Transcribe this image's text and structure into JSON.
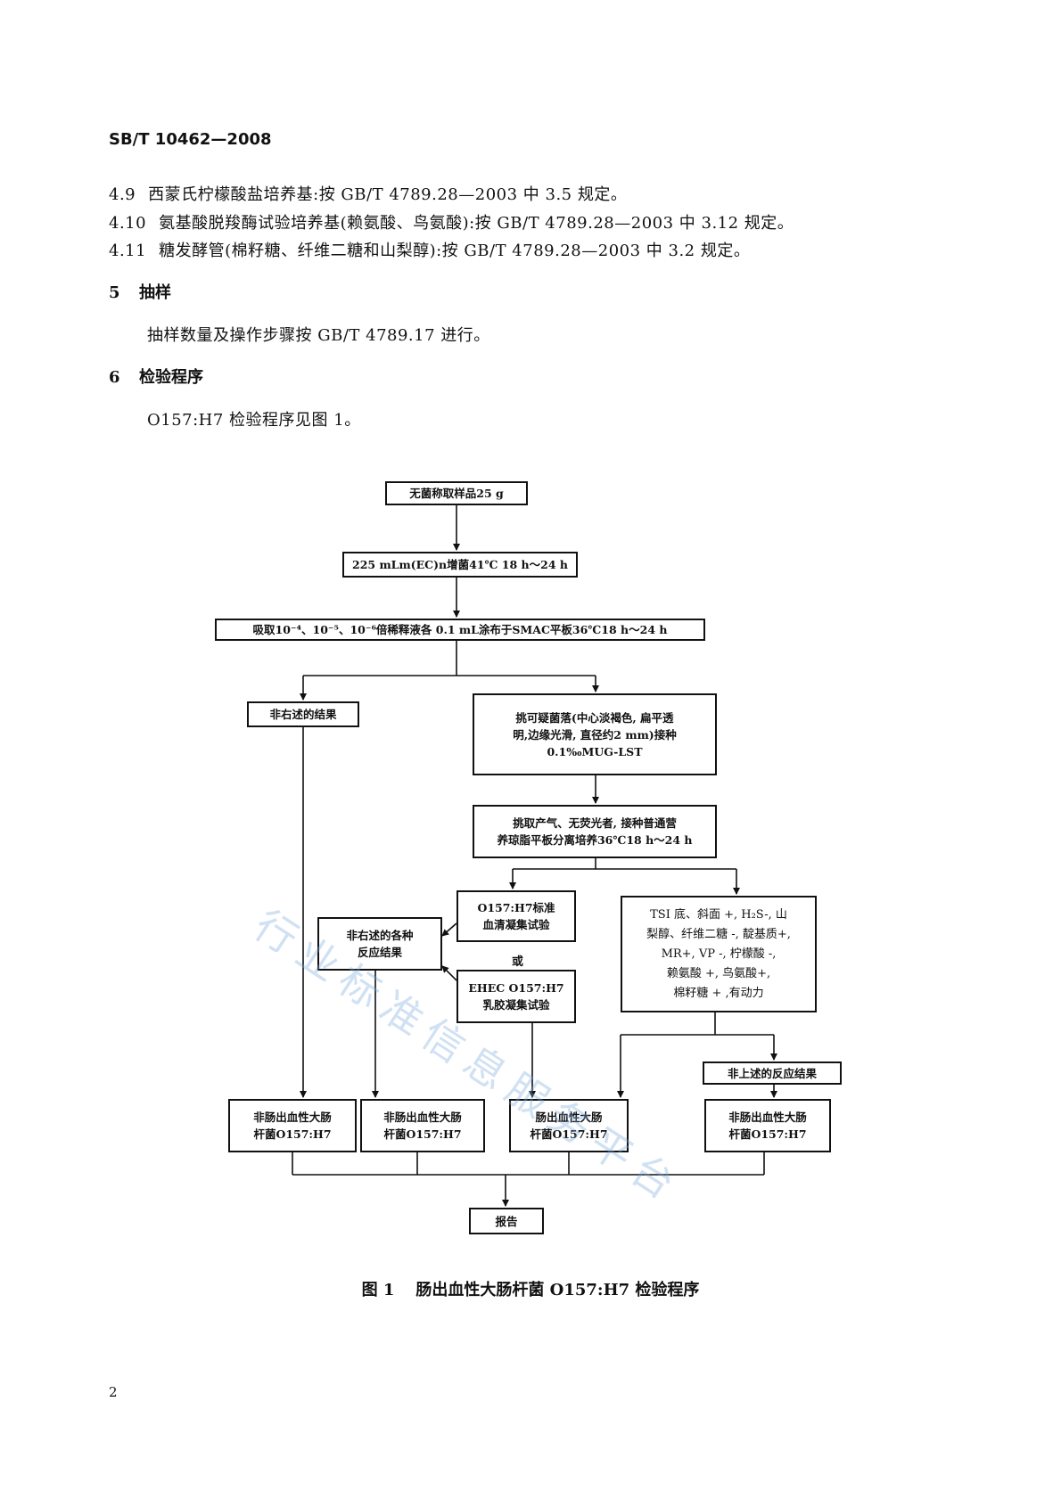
{
  "header": {
    "standard_no": "SB/T 10462—2008"
  },
  "sections": {
    "s4_9": {
      "num": "4.9",
      "text": "西蒙氏柠檬酸盐培养基:按 GB/T 4789.28—2003 中 3.5 规定。"
    },
    "s4_10": {
      "num": "4.10",
      "text": "氨基酸脱羧酶试验培养基(赖氨酸、鸟氨酸):按 GB/T 4789.28—2003 中 3.12 规定。"
    },
    "s4_11": {
      "num": "4.11",
      "text": "糖发酵管(棉籽糖、纤维二糖和山梨醇):按 GB/T 4789.28—2003 中 3.2 规定。"
    },
    "s5": {
      "num": "5",
      "title": "抽样",
      "body": "抽样数量及操作步骤按 GB/T 4789.17 进行。"
    },
    "s6": {
      "num": "6",
      "title": "检验程序",
      "body": "O157:H7 检验程序见图 1。"
    }
  },
  "flowchart": {
    "sample": "无菌称取样品25 g",
    "enrich": "225 mLm(EC)n增菌41℃ 18 h～24 h",
    "dilute": "吸取10⁻⁴、10⁻⁵、10⁻⁶倍稀释液各 0.1 mL涂布于SMAC平板36℃18 h～24 h",
    "not_above": "非右述的结果",
    "pick_l1": "挑可疑菌落(中心淡褐色, 扁平透",
    "pick_l2": "明,边缘光滑, 直径约2 mm)接种",
    "pick_l3": "0.1‰MUG-LST",
    "culture_l1": "挑取产气、无荧光者, 接种普通营",
    "culture_l2": "养琼脂平板分离培养36℃18 h～24 h",
    "serum_l1": "O157:H7标准",
    "serum_l2": "血清凝集试验",
    "or": "或",
    "latex_l1": "EHEC O157:H7",
    "latex_l2": "乳胶凝集试验",
    "various_l1": "非右述的各种",
    "various_l2": "反应结果",
    "tsi_l1": "TSI 底、斜面 +, H₂S-, 山",
    "tsi_l2": "梨醇、纤维二糖 -, 靛基质+,",
    "tsi_l3": "MR+, VP -, 柠檬酸 -,",
    "tsi_l4": "赖氨酸 +, 鸟氨酸+,",
    "tsi_l5": "棉籽糖 + ,有动力",
    "non_above_reaction": "非上述的反应结果",
    "res1_l1": "非肠出血性大肠",
    "res1_l2": "杆菌O157:H7",
    "res2_l1": "非肠出血性大肠",
    "res2_l2": "杆菌O157:H7",
    "res3_l1": "肠出血性大肠",
    "res3_l2": "杆菌O157:H7",
    "res4_l1": "非肠出血性大肠",
    "res4_l2": "杆菌O157:H7",
    "report": "报告"
  },
  "figure": {
    "label": "图 1",
    "title": "肠出血性大肠杆菌 O157:H7 检验程序"
  },
  "watermark": "行业标准信息服务平台",
  "page_number": "2"
}
